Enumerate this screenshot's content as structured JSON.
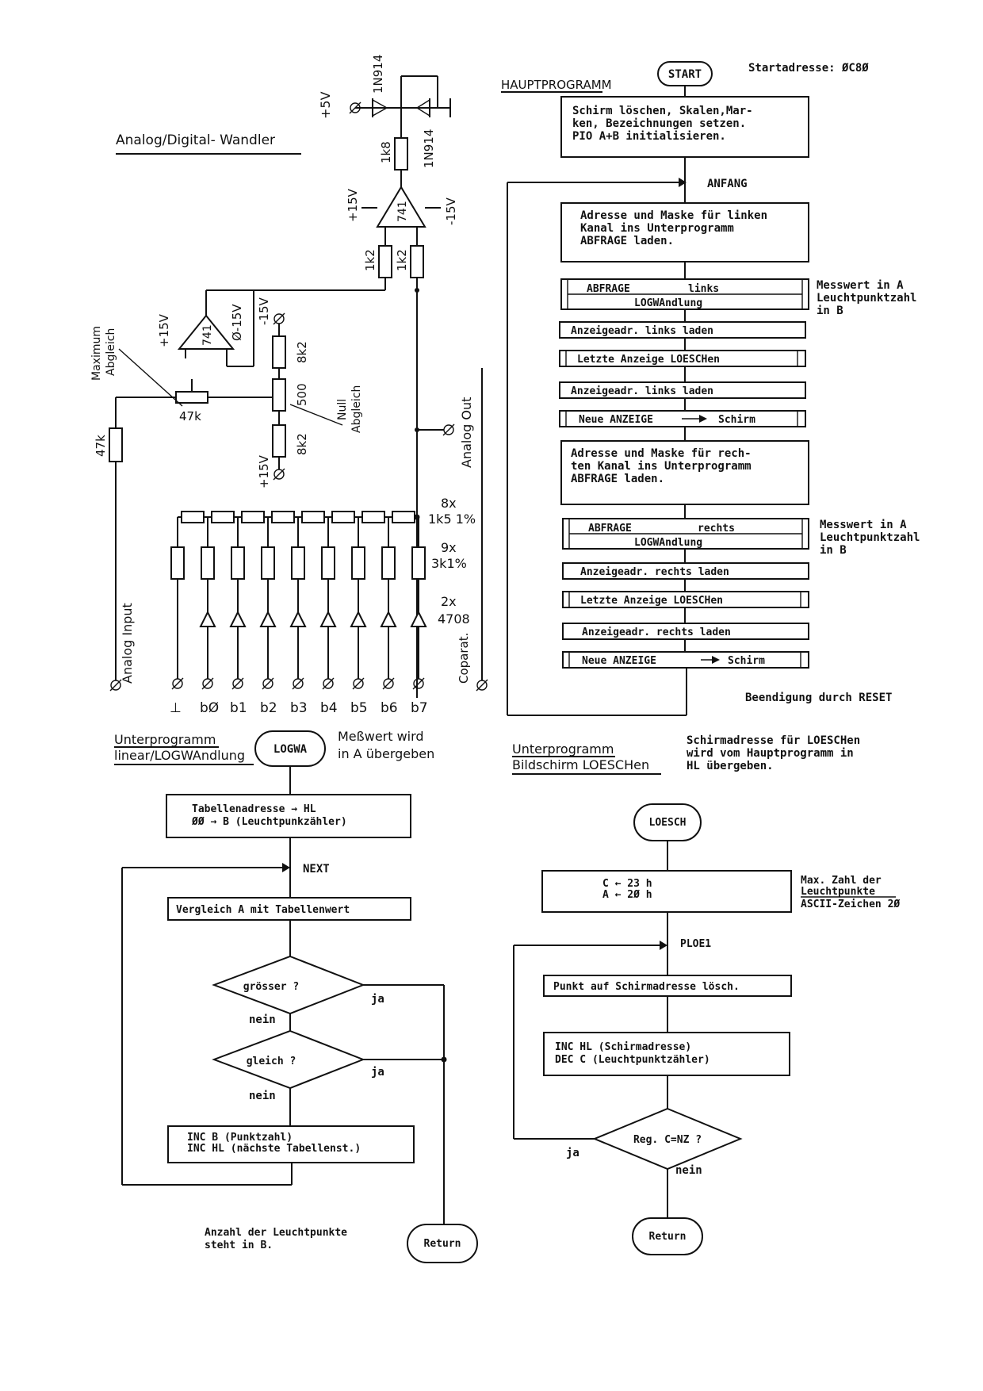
{
  "analog_digital": {
    "title": "Analog/Digital- Wandler",
    "labels": {
      "plus5v": "+5V",
      "diode1": "1N914",
      "diode2": "1N914",
      "r_1k8": "1k8",
      "op_top": "741",
      "plus15v_top": "+15V",
      "minus15v_top": "-15V",
      "r_1k2_left": "1k2",
      "r_1k2_right": "1k2",
      "op_mid": "741",
      "plus15v_mid": "+15V",
      "minus15v_mid": "Ø-15V",
      "minus15v_pot": "-15V",
      "r_8k2_top": "8k2",
      "r_500": "500",
      "null_abgleich": "Null\nAbgleich",
      "r_8k2_bot": "8k2",
      "plus15v_bot": "+15V",
      "maximum_abgleich": "Maximum\nAbgleich",
      "r_47k_pot": "47k",
      "r_47k": "47k",
      "analog_out": "Analog Out",
      "ladder_8x": "8x",
      "ladder_1k5": "1k5 1%",
      "ladder_9x": "9x",
      "ladder_3k1": "3k1%",
      "comp_2x": "2x",
      "comp_4708": "4708",
      "coparat": "Coparat.",
      "analog_input": "Analog Input"
    },
    "pins": [
      "⊥",
      "bØ",
      "b1",
      "b2",
      "b3",
      "b4",
      "b5",
      "b6",
      "b7"
    ]
  },
  "hauptprogramm": {
    "title": "HAUPTPROGRAMM",
    "start": "START",
    "startadresse": "Startadresse: ØC8Ø",
    "box1": [
      "Schirm löschen, Skalen,Mar-",
      "ken, Bezeichnungen setzen.",
      "PIO A+B initialisieren."
    ],
    "anfang": "ANFANG",
    "box2": [
      "Adresse und Maske für linken",
      "Kanal ins Unterprogramm",
      "ABFRAGE laden."
    ],
    "box3_top": [
      "ABFRAGE",
      "links"
    ],
    "box3_bottom": "LOGWAndlung",
    "note3": [
      "Messwert in A",
      "Leuchtpunktzahl",
      "in B"
    ],
    "box4": "Anzeigeadr. links laden",
    "box5": "Letzte Anzeige LOESCHen",
    "box6": "Anzeigeadr. links laden",
    "box7_left": "Neue ANZEIGE",
    "box7_right": "Schirm",
    "box8": [
      "Adresse und Maske für rech-",
      "ten Kanal ins Unterprogramm",
      "ABFRAGE laden."
    ],
    "box9_top": [
      "ABFRAGE",
      "rechts"
    ],
    "box9_bottom": "LOGWAndlung",
    "note9": [
      "Messwert in A",
      "Leuchtpunktzahl",
      "in B"
    ],
    "box10": "Anzeigeadr. rechts laden",
    "box11": "Letzte Anzeige LOESCHen",
    "box12": "Anzeigeadr. rechts laden",
    "box13_left": "Neue ANZEIGE",
    "box13_right": "Schirm",
    "end_note": "Beendigung durch RESET"
  },
  "logwa": {
    "title1": "Unterprogramm",
    "title2": "linear/LOGWAndlung",
    "terminal": "LOGWA",
    "note": [
      "Meßwert wird",
      "in A übergeben"
    ],
    "box1": [
      "Tabellenadresse  →  HL",
      "ØØ  →  B    (Leuchtpunkzähler)"
    ],
    "next": "NEXT",
    "box2": "Vergleich A mit Tabellenwert",
    "dec1": "grösser ?",
    "dec1_yes": "ja",
    "dec1_no": "nein",
    "dec2": "gleich  ?",
    "dec2_yes": "ja",
    "dec2_no": "nein",
    "box3": [
      "INC  B     (Punktzahl)",
      "INC  HL (nächste Tabellenst.)"
    ],
    "end_note": [
      "Anzahl der Leuchtpunkte",
      "steht in B."
    ],
    "return": "Return"
  },
  "loesch": {
    "title1": "Unterprogramm",
    "title2": "Bildschirm LOESCHen",
    "note": [
      "Schirmadresse für LOESCHen",
      "wird vom Hauptprogramm in",
      "HL übergeben."
    ],
    "terminal": "LOESCH",
    "box1": [
      "C   ←    23 h",
      "A   ←    2Ø h"
    ],
    "box1_note": [
      "Max. Zahl der",
      "Leuchtpunkte",
      "ASCII-Zeichen 2Ø"
    ],
    "label": "PLOE1",
    "box2": "Punkt auf Schirmadresse lösch.",
    "box3": [
      "INC HL    (Schirmadresse)",
      "DEC C     (Leuchtpunktzähler)"
    ],
    "dec": "Reg. C=NZ ?",
    "dec_yes": "ja",
    "dec_no": "nein",
    "return": "Return"
  }
}
